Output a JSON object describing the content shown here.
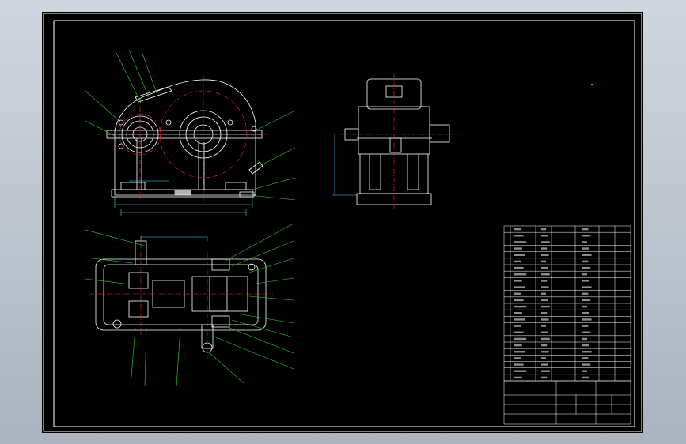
{
  "colors": {
    "background": "#000000",
    "frame": "#ffffff",
    "part": "#ffffff",
    "centerline": "#ff2a2a",
    "leader": "#22e02a",
    "dimension": "#3fd6ff",
    "chrome": "#aab3bf"
  },
  "views": [
    "front-view",
    "side-view",
    "top-view"
  ],
  "title_block": {
    "parts_rows": 24,
    "parts_columns": 7
  }
}
